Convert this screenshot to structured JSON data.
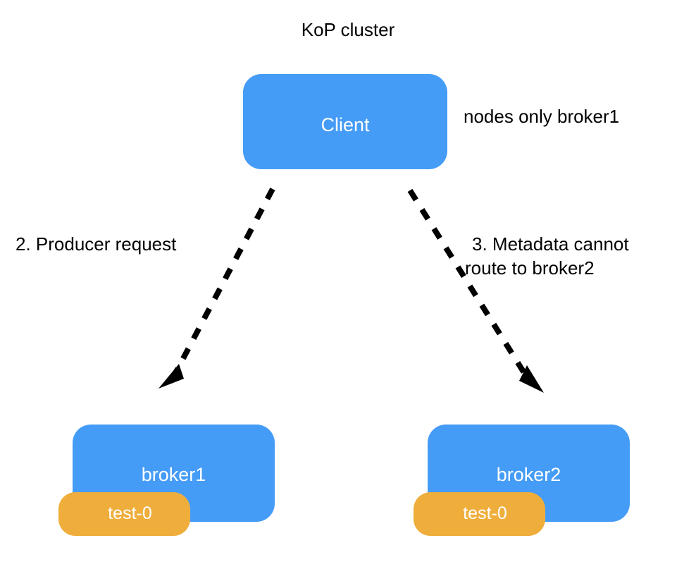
{
  "diagram": {
    "title": "KoP cluster",
    "type": "flow-diagram",
    "background_color": "#ffffff",
    "colors": {
      "node": "#459cf6",
      "topic": "#efae3c",
      "arrow": "#000000",
      "node_text": "#ffffff",
      "label_text": "#000000"
    }
  },
  "nodes": {
    "client": {
      "label": "Client"
    },
    "broker1": {
      "label": "broker1",
      "topic": "test-0"
    },
    "broker2": {
      "label": "broker2",
      "topic": "test-0"
    }
  },
  "annotations": {
    "nodes_only": "nodes only broker1",
    "producer_request": "2. Producer request",
    "metadata_line1": "3. Metadata cannot",
    "metadata_line2": "route to broker2"
  },
  "edges": [
    {
      "name": "client-to-broker1",
      "from": "client",
      "to": "broker1",
      "style": "dashed",
      "arrowhead": "filled-triangle"
    },
    {
      "name": "client-to-broker2",
      "from": "client",
      "to": "broker2",
      "style": "dashed",
      "arrowhead": "filled-triangle"
    }
  ]
}
